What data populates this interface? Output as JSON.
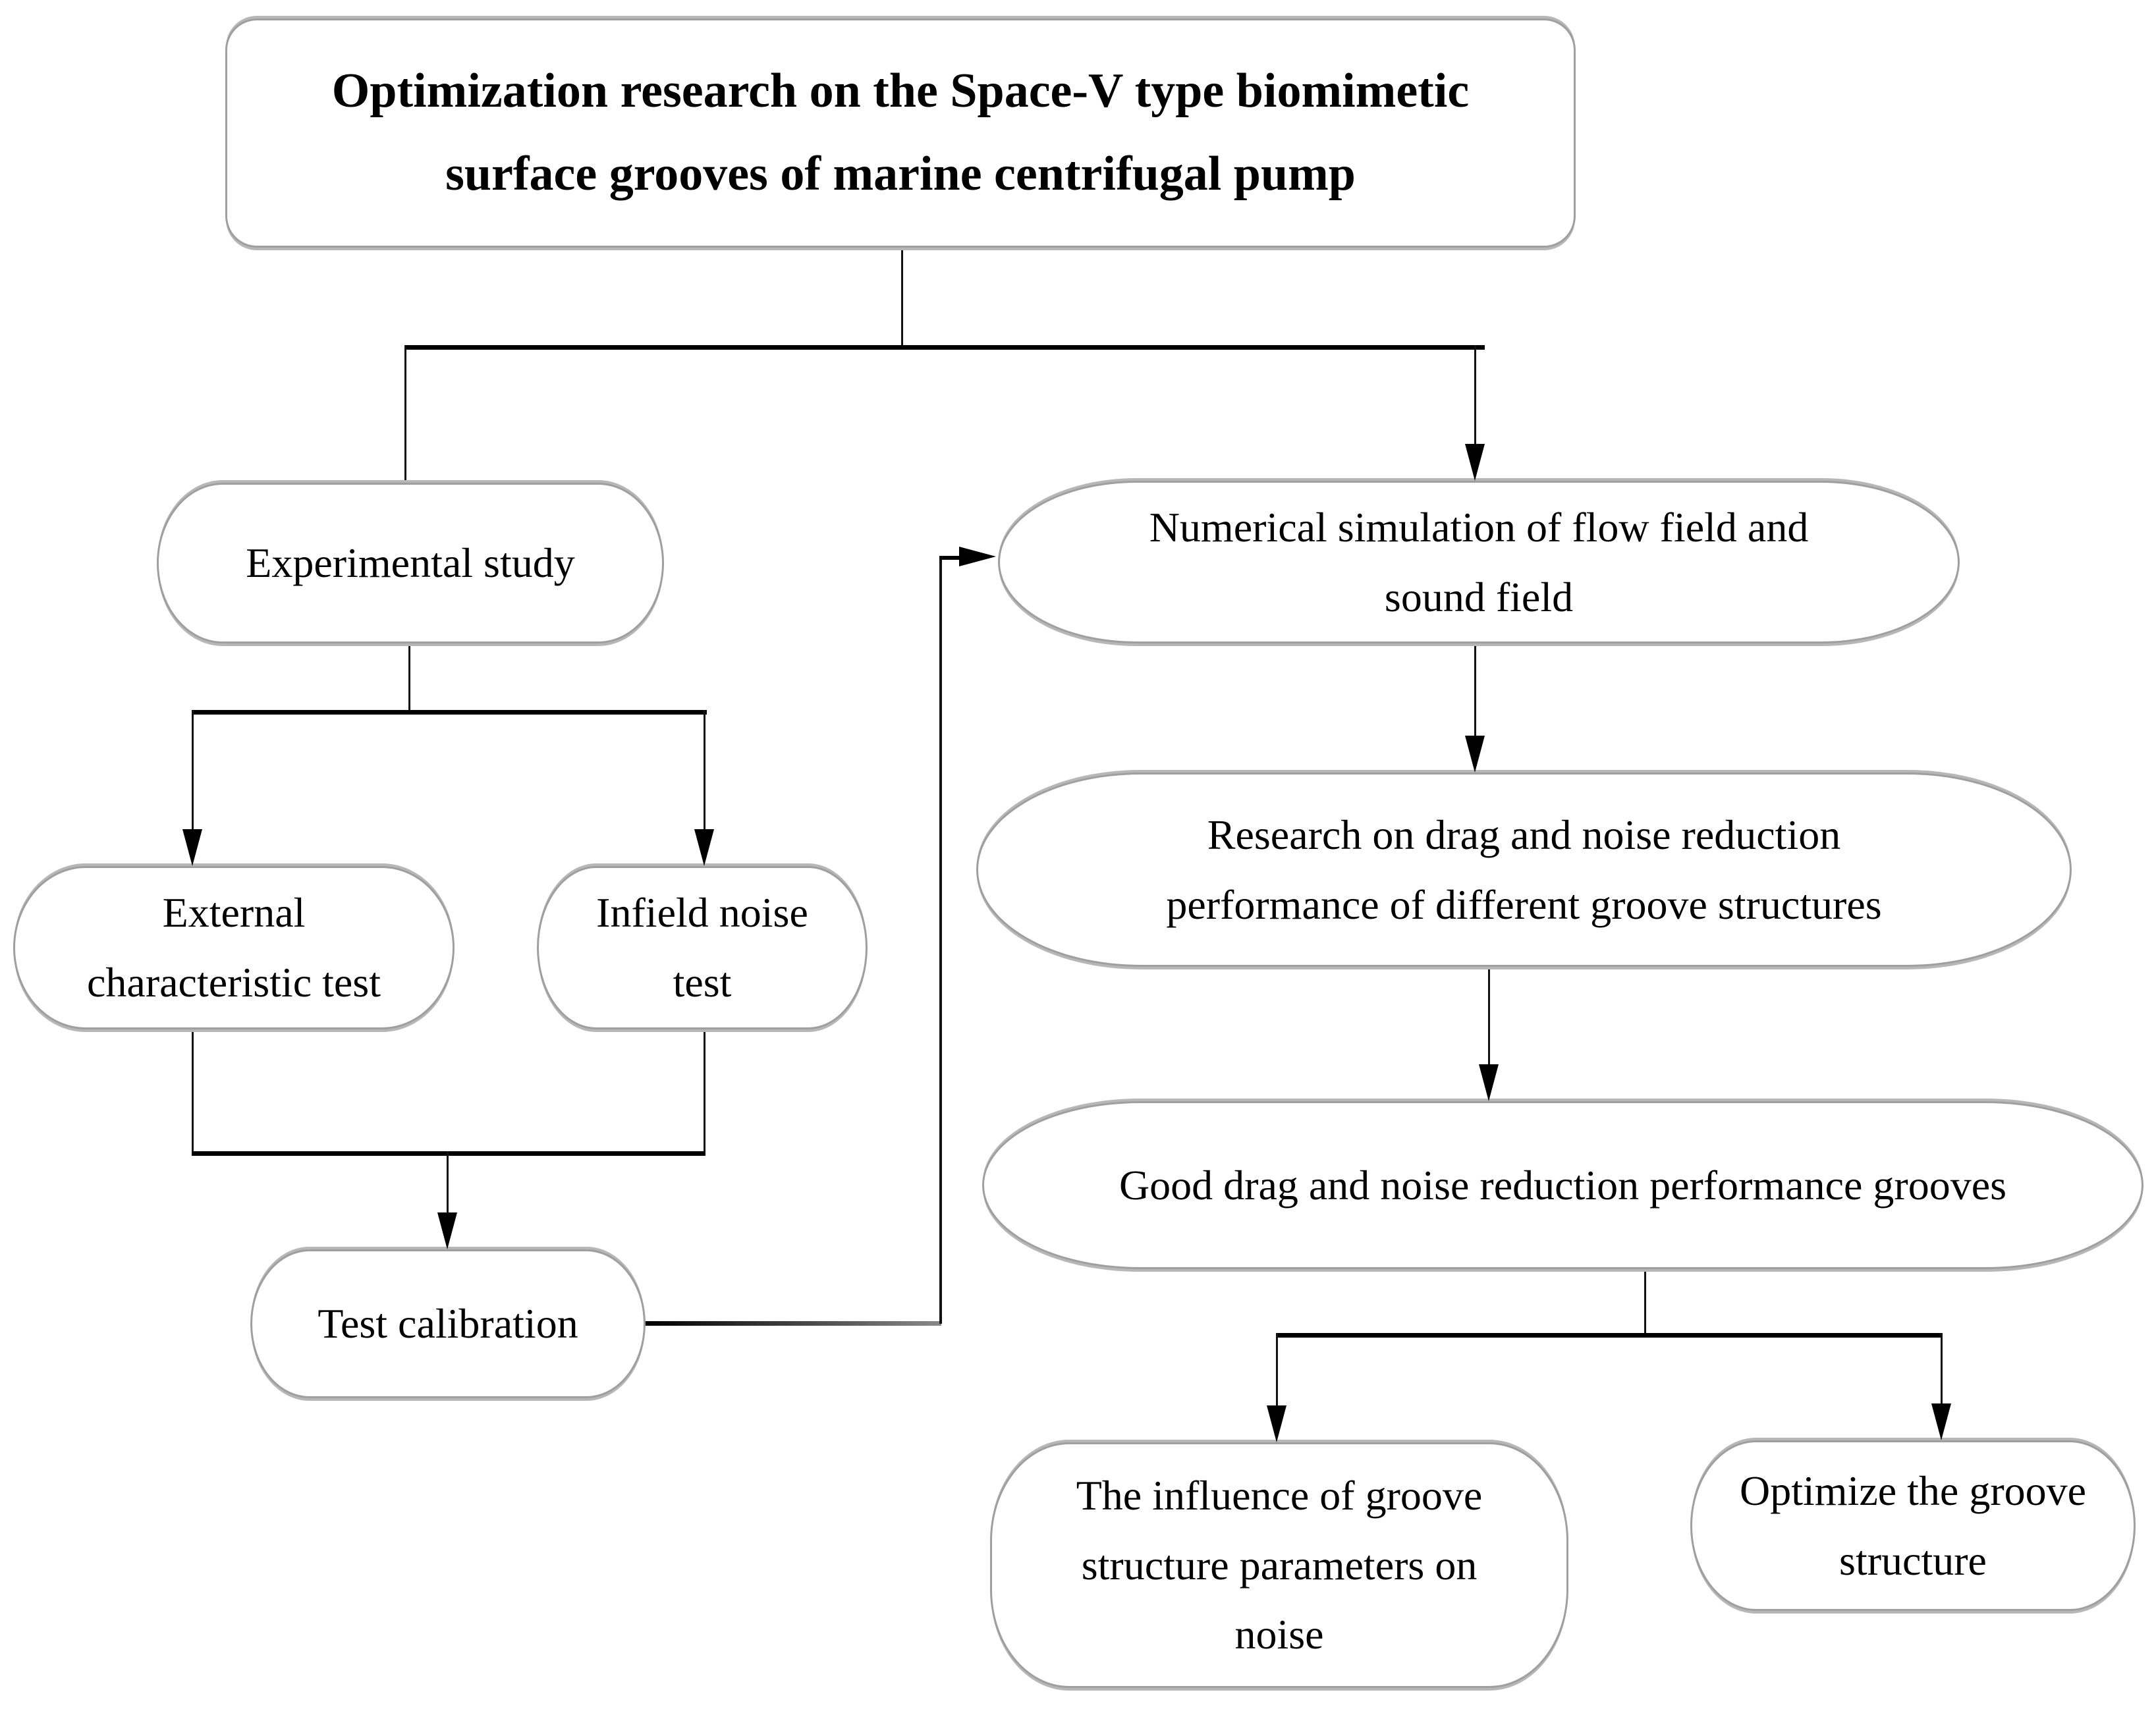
{
  "diagram": {
    "type": "flowchart",
    "colors": {
      "background": "#ffffff",
      "node_fill": "#ffffff",
      "node_border": "#9f9f9f",
      "line": "#000000",
      "text": "#000000"
    },
    "nodes": {
      "title": {
        "label": "Optimization research on the Space-V type biomimetic\nsurface grooves of marine centrifugal pump"
      },
      "experimental": {
        "label": "Experimental study"
      },
      "numerical": {
        "label": "Numerical simulation of flow field and\nsound field"
      },
      "external": {
        "label": "External\ncharacteristic test"
      },
      "infield": {
        "label": "Infield noise\ntest"
      },
      "research": {
        "label": "Research on drag and noise reduction\nperformance of different groove structures"
      },
      "good": {
        "label": "Good drag and noise reduction performance grooves"
      },
      "testcal": {
        "label": "Test calibration"
      },
      "influence": {
        "label": "The influence of groove\nstructure parameters on\nnoise"
      },
      "optimize": {
        "label": "Optimize the groove\nstructure"
      }
    },
    "edges": [
      "title -> experimental",
      "title -> numerical (arrow)",
      "experimental -> external (arrow)",
      "experimental -> infield (arrow)",
      "external + infield -> testcal (arrow)",
      "testcal -> numerical (arrow, feedback elbow)",
      "numerical -> research (arrow)",
      "research -> good (arrow)",
      "good -> influence (arrow)",
      "good -> optimize (arrow)"
    ]
  }
}
